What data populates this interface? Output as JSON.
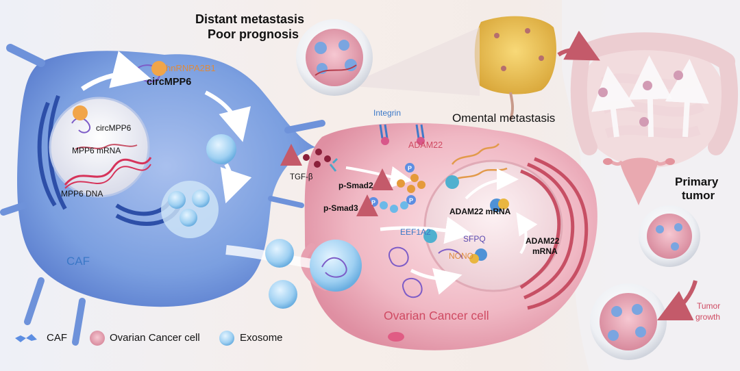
{
  "colors": {
    "caf_blue": "#6e92da",
    "cancer_pink": "#e8a7b6",
    "exosome_blue": "#8fc3ea",
    "label_blue": "#3b78c7",
    "label_orange": "#de8a3c",
    "label_red": "#cf4a62",
    "arrow_red": "#d6335a"
  },
  "header": {
    "line1": "Distant metastasis",
    "line2": "Poor prognosis"
  },
  "caf_cell": {
    "name": "CAF",
    "hnrnp": "hnRNPA2B1",
    "circ_outer": "circMPP6",
    "circ_inner": "circMPP6",
    "mrna": "MPP6 mRNA",
    "dna": "MPP6 DNA"
  },
  "cancer_cell": {
    "name": "Ovarian Cancer cell",
    "integrin": "Integrin",
    "adam22": "ADAM22",
    "tgf": "TGF-β",
    "psmad2": "p-Smad2",
    "psmad3": "p-Smad3",
    "p_symbol": "P",
    "eef": "EEF1A2",
    "adam_mrna": "ADAM22 mRNA",
    "sfpq": "SFPQ",
    "nono": "NONO",
    "adam22_line1": "ADAM22",
    "adam22_line2": "mRNA"
  },
  "right_panel": {
    "omental": "Omental metastasis",
    "primary_line1": "Primary",
    "primary_line2": "tumor",
    "growth_line1": "Tumor",
    "growth_line2": "growth"
  },
  "legend": {
    "caf": "CAF",
    "cancer": "Ovarian Cancer cell",
    "exosome": "Exosome"
  }
}
